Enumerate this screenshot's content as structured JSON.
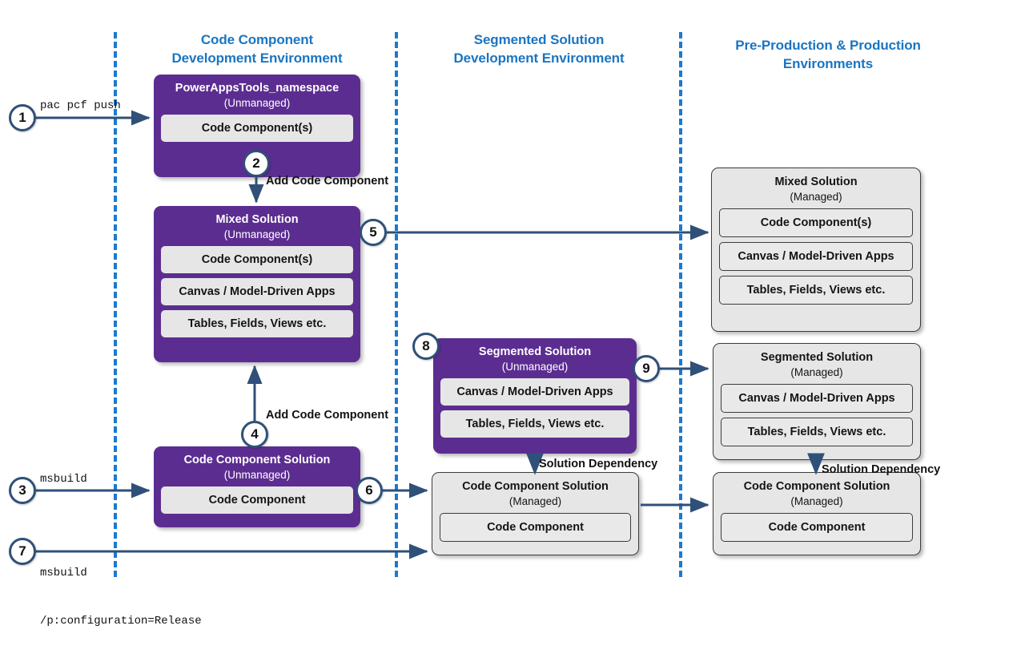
{
  "diagram": {
    "title": "Code component ALM flow",
    "colors": {
      "lane_header": "#1a75c2",
      "lane_divider": "#1a7ad0",
      "unmanaged_solution": "#5c2d91",
      "managed_solution": "#e6e6e6",
      "connector": "#2f5078",
      "step_circle_border": "#2f5078"
    }
  },
  "lanes": [
    {
      "id": "lane-code-component",
      "title_line1": "Code Component",
      "title_line2": "Development Environment"
    },
    {
      "id": "lane-segmented",
      "title_line1": "Segmented Solution",
      "title_line2": "Development Environment"
    },
    {
      "id": "lane-production",
      "title_line1": "Pre-Production & Production",
      "title_line2": "Environments"
    }
  ],
  "boxes": {
    "powerapps_tools": {
      "title": "PowerAppsTools_namespace",
      "subtitle": "(Unmanaged)",
      "items": [
        "Code Component(s)"
      ]
    },
    "mixed_unmanaged": {
      "title": "Mixed Solution",
      "subtitle": "(Unmanaged)",
      "items": [
        "Code Component(s)",
        "Canvas / Model-Driven Apps",
        "Tables, Fields, Views etc."
      ]
    },
    "code_component_solution_unmanaged": {
      "title": "Code Component Solution",
      "subtitle": "(Unmanaged)",
      "items": [
        "Code Component"
      ]
    },
    "segmented_unmanaged": {
      "title": "Segmented Solution",
      "subtitle": "(Unmanaged)",
      "items": [
        "Canvas / Model-Driven Apps",
        "Tables, Fields, Views etc."
      ]
    },
    "code_component_solution_managed_mid": {
      "title": "Code Component Solution",
      "subtitle": "(Managed)",
      "items": [
        "Code Component"
      ]
    },
    "mixed_managed": {
      "title": "Mixed Solution",
      "subtitle": "(Managed)",
      "items": [
        "Code Component(s)",
        "Canvas / Model-Driven Apps",
        "Tables, Fields, Views etc."
      ]
    },
    "segmented_managed": {
      "title": "Segmented Solution",
      "subtitle": "(Managed)",
      "items": [
        "Canvas / Model-Driven Apps",
        "Tables, Fields, Views etc."
      ]
    },
    "code_component_solution_managed_right": {
      "title": "Code Component Solution",
      "subtitle": "(Managed)",
      "items": [
        "Code Component"
      ]
    }
  },
  "steps": [
    {
      "n": "1"
    },
    {
      "n": "2"
    },
    {
      "n": "3"
    },
    {
      "n": "4"
    },
    {
      "n": "5"
    },
    {
      "n": "6"
    },
    {
      "n": "7"
    },
    {
      "n": "8"
    },
    {
      "n": "9"
    }
  ],
  "labels": {
    "cmd_pac_pcf_push": "pac pcf push",
    "cmd_msbuild": "msbuild",
    "cmd_msbuild_release_line1": "msbuild",
    "cmd_msbuild_release_line2": "/p:configuration=Release",
    "add_code_component_top": "Add Code Component",
    "add_code_component_bottom": "Add Code Component",
    "solution_dependency_mid": "Solution Dependency",
    "solution_dependency_right": "Solution Dependency"
  }
}
